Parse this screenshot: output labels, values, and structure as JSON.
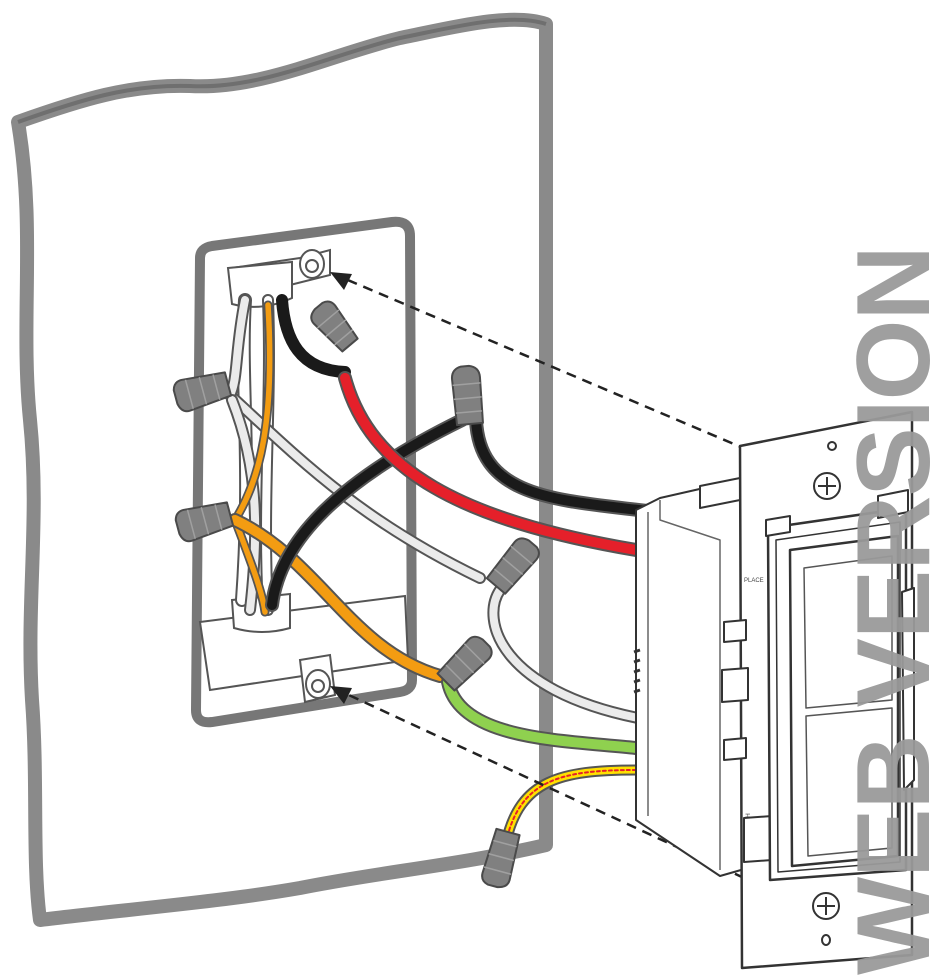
{
  "watermark": {
    "text": "WEB VERSION",
    "color": "#9a9a9a"
  },
  "switch_labels": {
    "place": "PLACE",
    "push": "PUSH"
  },
  "wire_colors": {
    "black": "#1a1a1a",
    "red": "#e5202a",
    "white": "#ebebeb",
    "orange": "#f39c12",
    "green": "#8fd14f",
    "yellow": "#ffe000",
    "connector_gray": "#808080"
  },
  "wall_color": "#8a8a8a"
}
